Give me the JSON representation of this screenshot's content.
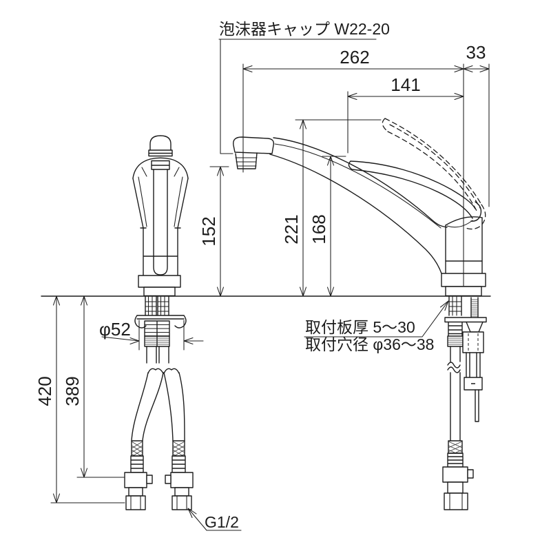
{
  "drawing": {
    "kind": "faucet-installation-dimension-drawing",
    "labels": {
      "aerator_cap": "泡沫器キャップ W22-20",
      "plate_thickness": "取付板厚 5〜30",
      "hole_diameter": "取付穴径 φ36〜38",
      "thread_size": "G1/2"
    },
    "dimensions": {
      "spout_reach": "262",
      "handle_rear_offset": "33",
      "lever_reach": "141",
      "outlet_height": "152",
      "lever_up_height": "221",
      "lever_height": "168",
      "base_diameter": "φ52",
      "hose_length_overall": "420",
      "hose_length_to_fitting": "389"
    },
    "colors": {
      "line_color": "#1c1c1c",
      "background": "#ffffff"
    }
  }
}
